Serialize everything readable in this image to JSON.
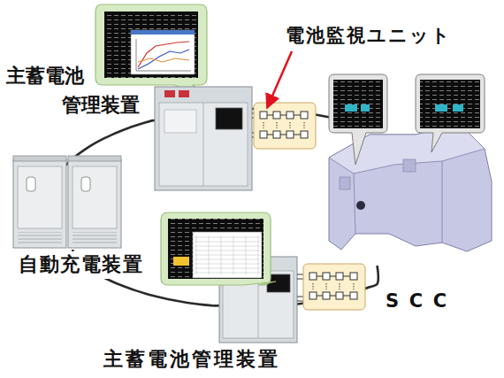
{
  "diagram": {
    "nodes": [
      {
        "text": [
          "主蓄電池 管理装置"
        ]
      },
      {
        "text": [
          "SCC"
        ]
      },
      {
        "text": [
          "主蓄電池管理装置"
        ]
      },
      {
        "text": [
          "自動充電装置"
        ]
      }
    ],
    "edges": [
      {
        "from": 0,
        "to": 1,
        "arrow": "none"
      },
      {
        "from": 1,
        "to": 2,
        "arrow": "none"
      },
      {
        "from": 2,
        "to": 3,
        "arrow": "none"
      },
      {
        "from": 3,
        "to": 0,
        "arrow": "none"
      }
    ],
    "labels": [
      "電池監視ユニット"
    ]
  }
}
